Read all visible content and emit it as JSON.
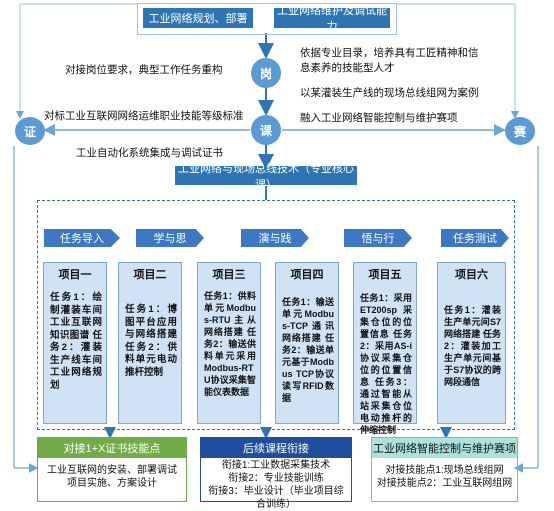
{
  "top_boxes": [
    "工业网络规划、部署",
    "工业网络维护及调试能力"
  ],
  "nodes": {
    "gang": "岗",
    "ke": "课",
    "zheng": "证",
    "sai": "赛"
  },
  "annotations": {
    "gang_left": "对接岗位要求，典型工作任务重构",
    "gang_right_1": "依据专业目录，培养具有工匠精神和信",
    "gang_right_2": "息素养的技能型人才",
    "gang_right_3": "以某灌装生产线的现场总线组网为案例",
    "ke_right": "融入工业网络智能控制与维护赛项",
    "ke_left_1": "对标工业互联网网络运维职业技能等级标准",
    "ke_left_2": "工业自动化系统集成与调试证书"
  },
  "core_course": "工业网络与现场总线技术（专业核心课）",
  "stages": [
    "任务导入",
    "学与思",
    "演与践",
    "悟与行",
    "任务测试"
  ],
  "projects": [
    {
      "title": "项目一",
      "body": "任务1：绘制灌装车间工业互联网知识图谱 任务2：灌装生产线车间工业网络规划"
    },
    {
      "title": "项目二",
      "body": "任务1：博图平台应用与网络搭建 任务2：供料单元电动推杆控制"
    },
    {
      "title": "项目三",
      "body": "任务1：供料单元Modbus-RTU主从网络搭建 任务2：输送供料单元采用Modbus-RTU协议采集智能仪表数据"
    },
    {
      "title": "项目四",
      "body": "任务1：输送单元Modbus-TCP通讯网络搭建 任务2：输送单元基于Modbus TCP协议读写RFID数据"
    },
    {
      "title": "项目五",
      "body": "任务1：采用ET200sp采集仓位的位置信息 任务2：采用AS-i协议采集仓位的位置信息 任务3：通过智能从站采集仓位电动推杆的伸缩控制"
    },
    {
      "title": "项目六",
      "body": "任务1：灌装生产单元间S7网络搭建 任务2：灌装加工生产单元间基于S7协议的跨网段通信"
    }
  ],
  "bottom": [
    {
      "title": "对接1+X证书技能点",
      "lines": [
        "工业互联网的安装、部署调试",
        "项目实施、方案设计"
      ]
    },
    {
      "title": "后续课程衔接",
      "lines": [
        "衔接1:工业数据采集技术",
        "衔接2：专业技能训练",
        "衔接3：毕业设计（毕业项目综",
        "合训练）"
      ]
    },
    {
      "title": "工业网络智能控制与维护赛项",
      "lines": [
        "对接技能点1:现场总线组网",
        "对接技能点2：工业互联网组网"
      ]
    }
  ],
  "colors": {
    "primary": "#2e75b6",
    "node": "#5b9bd5",
    "project_fill": "#d0e3f5",
    "green": "#70ad47",
    "teal": "#a9e3dc"
  }
}
